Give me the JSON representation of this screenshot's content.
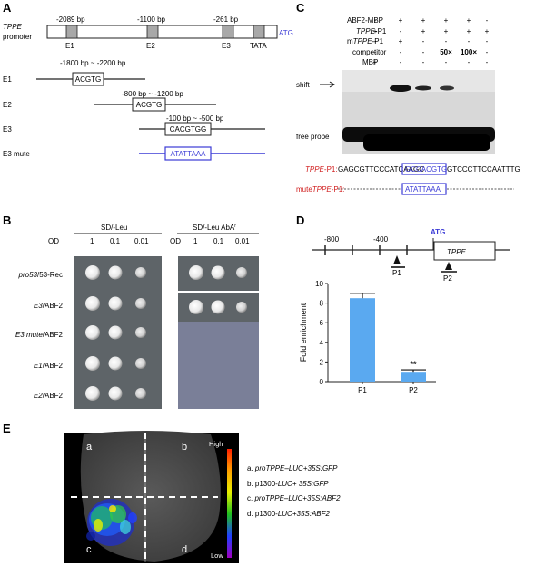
{
  "panels": {
    "A": "A",
    "B": "B",
    "C": "C",
    "D": "D",
    "E": "E"
  },
  "panel_a": {
    "promoter_gene": "TPPE",
    "promoter_word": "promoter",
    "distances": [
      "-2089 bp",
      "-1100 bp",
      "-261 bp"
    ],
    "element_labels": [
      "E1",
      "E2",
      "E3",
      "TATA"
    ],
    "atg": "ATG",
    "fragments": [
      {
        "name": "E1",
        "range": "-1800 bp ~ -2200 bp",
        "motif": "ACGTG"
      },
      {
        "name": "E2",
        "range": "-800 bp ~ -1200 bp",
        "motif": "ACGTG"
      },
      {
        "name": "E3",
        "range": "-100 bp ~ -500 bp",
        "motif": "CACGTGG"
      },
      {
        "name": "E3 mute",
        "range": "",
        "motif": "ATATTAAA"
      }
    ]
  },
  "panel_b": {
    "media": [
      "SD/-Leu",
      "SD/-Leu AbA"
    ],
    "media_sup": "r",
    "od_label": "OD",
    "dilutions": [
      "1",
      "0.1",
      "0.01"
    ],
    "rows": [
      {
        "italic": "pro53",
        "rest": "/53-Rec"
      },
      {
        "italic": "E3",
        "rest": "/ABF2"
      },
      {
        "italic": "E3 mute",
        "rest": "/ABF2"
      },
      {
        "italic": "E1",
        "rest": "/ABF2"
      },
      {
        "italic": "E2",
        "rest": "/ABF2"
      }
    ]
  },
  "panel_c": {
    "row_labels": [
      {
        "pre": "ABF2-MBP",
        "it": "",
        "post": ""
      },
      {
        "pre": "",
        "it": "TPPE",
        "post": "-P1"
      },
      {
        "pre": "m",
        "it": "TPPE",
        "post": "-P1"
      },
      {
        "pre": "competitor",
        "it": "",
        "post": ""
      },
      {
        "pre": "MBP",
        "it": "",
        "post": ""
      }
    ],
    "lanes": [
      [
        "-",
        "+",
        "+",
        "+",
        "+",
        "-"
      ],
      [
        "+",
        "-",
        "+",
        "+",
        "+",
        "+"
      ],
      [
        "-",
        "+",
        "-",
        "-",
        "-",
        "-"
      ],
      [
        "-",
        "-",
        "-",
        "50×",
        "100×",
        "-"
      ],
      [
        "+",
        "-",
        "-",
        "-",
        "-",
        "-"
      ]
    ],
    "shift_label": "shift",
    "free_label": "free probe",
    "seq_label_it": "TPPE",
    "seq_label_post": "-P1:",
    "seq_left": "GAGCGTTCCCATCAAGC",
    "seq_box": "GCCACGTG",
    "seq_right": "GTCCCTTCCAATTTG",
    "mute_pre": "mute",
    "mute_it": "TPPE",
    "mute_post": "-P1:",
    "mute_box": "ATATTAAA"
  },
  "panel_d": {
    "ticks": [
      "-800",
      "-400"
    ],
    "atg": "ATG",
    "gene": "TPPE",
    "probes": [
      "P1",
      "P2"
    ]
  },
  "chart_data": {
    "type": "bar",
    "categories": [
      "P1",
      "P2"
    ],
    "values": [
      8.5,
      1.0
    ],
    "errors": [
      0.5,
      0.2
    ],
    "ylabel": "Fold enrichment",
    "ylim": [
      0,
      10
    ],
    "yticks": [
      "0",
      "2",
      "4",
      "6",
      "8",
      "10"
    ],
    "annotations": [
      "**"
    ],
    "bar_color": "#5aa9f0"
  },
  "panel_e": {
    "quadrants": [
      "a",
      "b",
      "c",
      "d"
    ],
    "scale_high": "High",
    "scale_low": "Low",
    "legend": [
      {
        "key": "a. ",
        "it": "proTPPE–LUC",
        "mid": "+",
        "it2": "35S:GFP"
      },
      {
        "key": "b. ",
        "it": "",
        "mid": "p1300-",
        "it2": "LUC+ 35S:GFP"
      },
      {
        "key": "c. ",
        "it": "proTPPE–LUC",
        "mid": "+",
        "it2": "35S:ABF2"
      },
      {
        "key": "d. ",
        "it": "",
        "mid": "p1300-",
        "it2": "LUC+35S:ABF2"
      }
    ]
  }
}
